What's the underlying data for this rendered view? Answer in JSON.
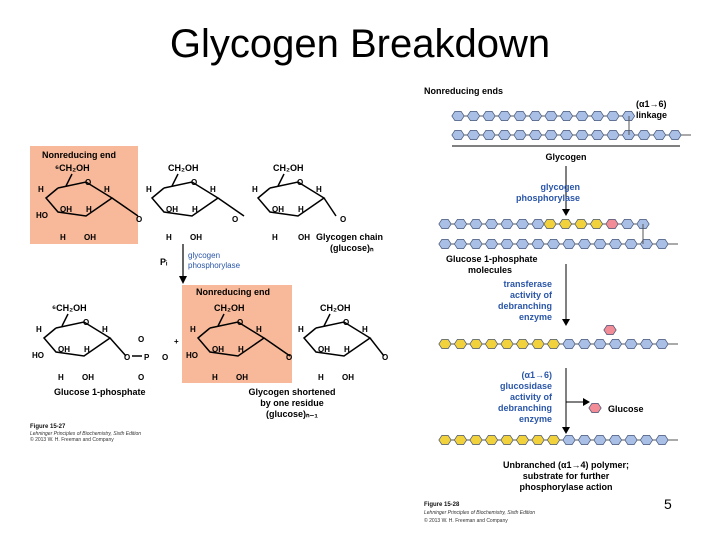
{
  "slide": {
    "title": "Glycogen Breakdown",
    "page_number": "5"
  },
  "left_figure": {
    "nonreducing_end": "Nonreducing end",
    "ch2oh": "CH₂OH",
    "ch2oh_6": "⁶CH₂OH",
    "glycogen_chain": "Glycogen chain",
    "glucose_n": "(glucose)ₙ",
    "pi": "Pᵢ",
    "glycogen": "glycogen",
    "phosphorylase": "phosphorylase",
    "glucose_1_phosphate": "Glucose 1-phosphate",
    "nonreducing_end_2": "Nonreducing end",
    "shortened_1": "Glycogen shortened",
    "shortened_2": "by one residue",
    "shortened_3": "(glucose)ₙ₋₁",
    "figure_label": "Figure 15-27",
    "credit_1": "Lehninger Principles of Biochemistry, Sixth Edition",
    "credit_2": "© 2013 W. H. Freeman and Company"
  },
  "right_figure": {
    "nonreducing_ends": "Nonreducing ends",
    "linkage_1": "(α1→6)",
    "linkage_2": "linkage",
    "glycogen": "Glycogen",
    "enzyme1_l1": "glycogen",
    "enzyme1_l2": "phosphorylase",
    "g1p_l1": "Glucose 1-phosphate",
    "g1p_l2": "molecules",
    "transferase_l1": "transferase",
    "transferase_l2": "activity of",
    "transferase_l3": "debranching",
    "transferase_l4": "enzyme",
    "glucosidase_l1": "(α1→6)",
    "glucosidase_l2": "glucosidase",
    "glucosidase_l3": "activity of",
    "glucosidase_l4": "debranching",
    "glucosidase_l5": "enzyme",
    "glucose": "Glucose",
    "unbranched_l1": "Unbranched (α1→4) polymer;",
    "unbranched_l2": "substrate for further",
    "unbranched_l3": "phosphorylase action",
    "figure_label": "Figure 15-28",
    "credit_1": "Lehninger Principles of Biochemistry, Sixth Edition",
    "credit_2": "© 2013 W. H. Freeman and Company"
  },
  "colors": {
    "highlight": "#f7b99a",
    "hex_blue": "#a9bfe6",
    "hex_yellow": "#f2d23c",
    "hex_pink": "#f28c96",
    "enzyme_blue": "#2a56a8"
  }
}
